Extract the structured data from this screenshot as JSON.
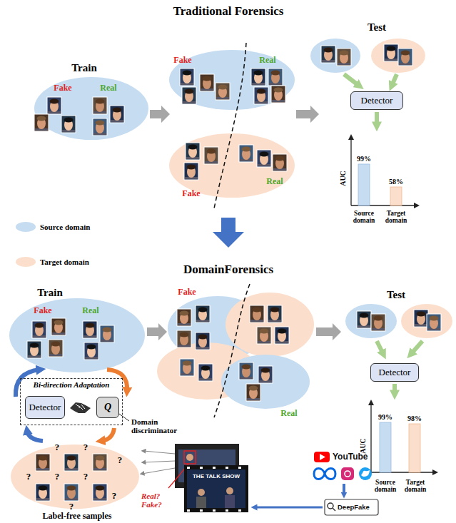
{
  "diagram": {
    "nodes": [
      {
        "text": [
          "Detector"
        ]
      },
      {
        "text": [
          "Bi-direction Adaptation"
        ]
      },
      {
        "text": [
          "Detector"
        ],
        "in": 1
      },
      {
        "text": [
          "Q"
        ],
        "in": 1
      },
      {
        "text": [
          "Detector"
        ]
      }
    ],
    "labels": [
      "Traditional Forensics",
      "Train",
      "Fake",
      "Real",
      "Fake",
      "Real",
      "Fake",
      "Real",
      "Test",
      "99%",
      "58%",
      "AUC",
      "Source domain",
      "Target domain",
      "DomainForensics",
      "Train",
      "Fake",
      "Real",
      "Domain discriminator",
      "?",
      "?",
      "?",
      "?",
      "?",
      "?",
      "?",
      "?",
      "Label-free samples",
      "Fake",
      "Real",
      "Test",
      "99%",
      "98%",
      "AUC",
      "Source domain",
      "Target domain",
      "Real? Fake?",
      "THE TALK SHOW",
      "YouTube",
      "DeepFake"
    ],
    "legend": [
      {
        "text": "Source domain",
        "color": "#c5dcf1"
      },
      {
        "text": "Target domain",
        "color": "#fbdfcc"
      }
    ]
  }
}
